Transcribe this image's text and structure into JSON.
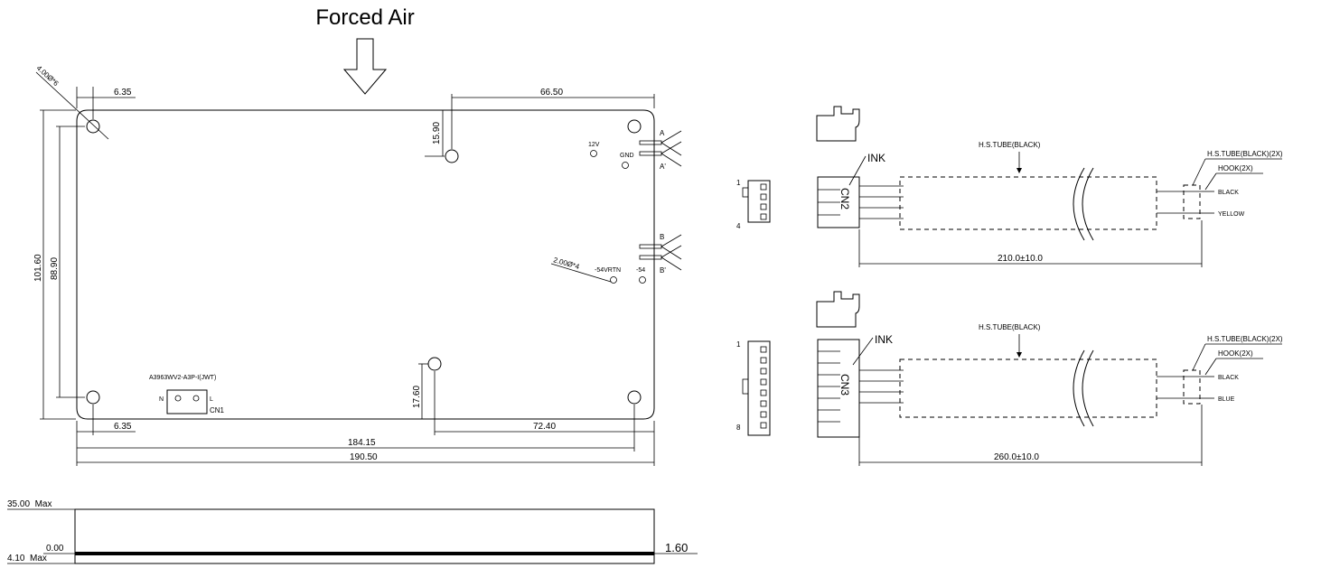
{
  "title": "Forced Air",
  "board": {
    "hole_spec_left": "4.00Ø*6",
    "hole_spec_right": "2.00Ø*4",
    "dim_top_left": "6.35",
    "dim_top_right": "66.50",
    "dim_height_outer": "101.60",
    "dim_height_inner": "88.90",
    "dim_hole_offset_top": "15.90",
    "dim_hole_offset_bottom": "17.60",
    "dim_bottom_left": "6.35",
    "dim_bottom_right": "72.40",
    "dim_width_inner": "184.15",
    "dim_width_outer": "190.50",
    "label_12v": "12V",
    "label_gnd": "GND",
    "label_54vrtn": "-54VRTN",
    "label_54": "-54",
    "pin_a": "A",
    "pin_a_prime": "A'",
    "pin_b": "B",
    "pin_b_prime": "B'",
    "connector_part": "A3963WV2-A3P-I(JWT)",
    "connector_n": "N",
    "connector_l": "L",
    "connector_name": "CN1"
  },
  "side_view": {
    "max_top": "35.00  Max",
    "zero": "0.00",
    "max_bottom": "4.10  Max",
    "thickness": "1.60"
  },
  "cable1": {
    "pin_first": "1",
    "pin_last": "4",
    "ink_label": "INK",
    "connector_name": "CN2",
    "tube_label": "H.S.TUBE(BLACK)",
    "tube_end_label": "H.S.TUBE(BLACK)(2X)",
    "hook_label": "HOOK(2X)",
    "wire1_color": "BLACK",
    "wire2_color": "YELLOW",
    "length": "210.0±10.0"
  },
  "cable2": {
    "pin_first": "1",
    "pin_last": "8",
    "ink_label": "INK",
    "connector_name": "CN3",
    "tube_label": "H.S.TUBE(BLACK)",
    "tube_end_label": "H.S.TUBE(BLACK)(2X)",
    "hook_label": "HOOK(2X)",
    "wire1_color": "BLACK",
    "wire2_color": "BLUE",
    "length": "260.0±10.0"
  }
}
